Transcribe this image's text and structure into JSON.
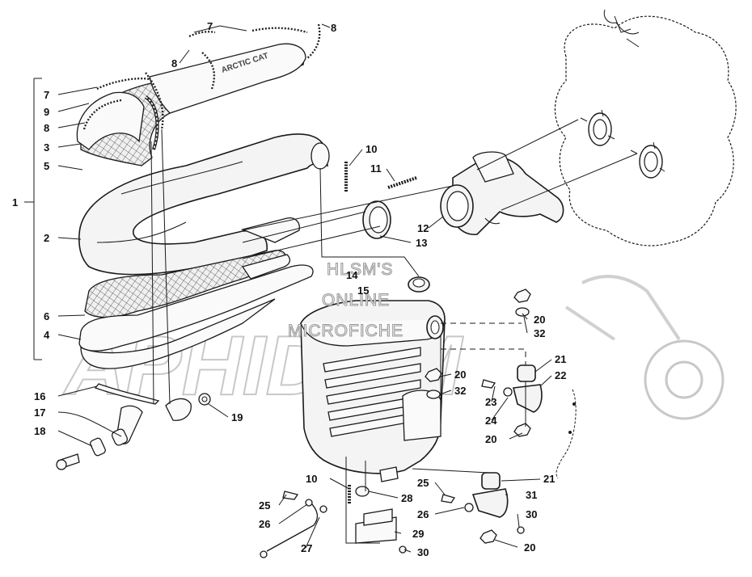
{
  "watermark": {
    "lines": [
      "HLSM'S",
      "ONLINE",
      "MICROFICHE"
    ],
    "logo_text": "APHIDOM"
  },
  "callouts": [
    {
      "id": "c7a",
      "label": "7"
    },
    {
      "id": "c8a",
      "label": "8"
    },
    {
      "id": "c8b",
      "label": "8"
    },
    {
      "id": "c7b",
      "label": "7"
    },
    {
      "id": "c9",
      "label": "9"
    },
    {
      "id": "c8c",
      "label": "8"
    },
    {
      "id": "c3",
      "label": "3"
    },
    {
      "id": "c5",
      "label": "5"
    },
    {
      "id": "c1",
      "label": "1"
    },
    {
      "id": "c2",
      "label": "2"
    },
    {
      "id": "c6",
      "label": "6"
    },
    {
      "id": "c4",
      "label": "4"
    },
    {
      "id": "c16",
      "label": "16"
    },
    {
      "id": "c17",
      "label": "17"
    },
    {
      "id": "c18",
      "label": "18"
    },
    {
      "id": "c19",
      "label": "19"
    },
    {
      "id": "c10a",
      "label": "10"
    },
    {
      "id": "c11",
      "label": "11"
    },
    {
      "id": "c12",
      "label": "12"
    },
    {
      "id": "c13",
      "label": "13"
    },
    {
      "id": "c14",
      "label": "14"
    },
    {
      "id": "c15",
      "label": "15"
    },
    {
      "id": "c20a",
      "label": "20"
    },
    {
      "id": "c32a",
      "label": "32"
    },
    {
      "id": "c21a",
      "label": "21"
    },
    {
      "id": "c22",
      "label": "22"
    },
    {
      "id": "c20b",
      "label": "20"
    },
    {
      "id": "c32b",
      "label": "32"
    },
    {
      "id": "c23",
      "label": "23"
    },
    {
      "id": "c24",
      "label": "24"
    },
    {
      "id": "c20c",
      "label": "20"
    },
    {
      "id": "c10b",
      "label": "10"
    },
    {
      "id": "c25a",
      "label": "25"
    },
    {
      "id": "c28",
      "label": "28"
    },
    {
      "id": "c21b",
      "label": "21"
    },
    {
      "id": "c31",
      "label": "31"
    },
    {
      "id": "c25b",
      "label": "25"
    },
    {
      "id": "c26a",
      "label": "26"
    },
    {
      "id": "c26b",
      "label": "26"
    },
    {
      "id": "c30a",
      "label": "30"
    },
    {
      "id": "c29",
      "label": "29"
    },
    {
      "id": "c27",
      "label": "27"
    },
    {
      "id": "c30b",
      "label": "30"
    },
    {
      "id": "c20d",
      "label": "20"
    }
  ]
}
